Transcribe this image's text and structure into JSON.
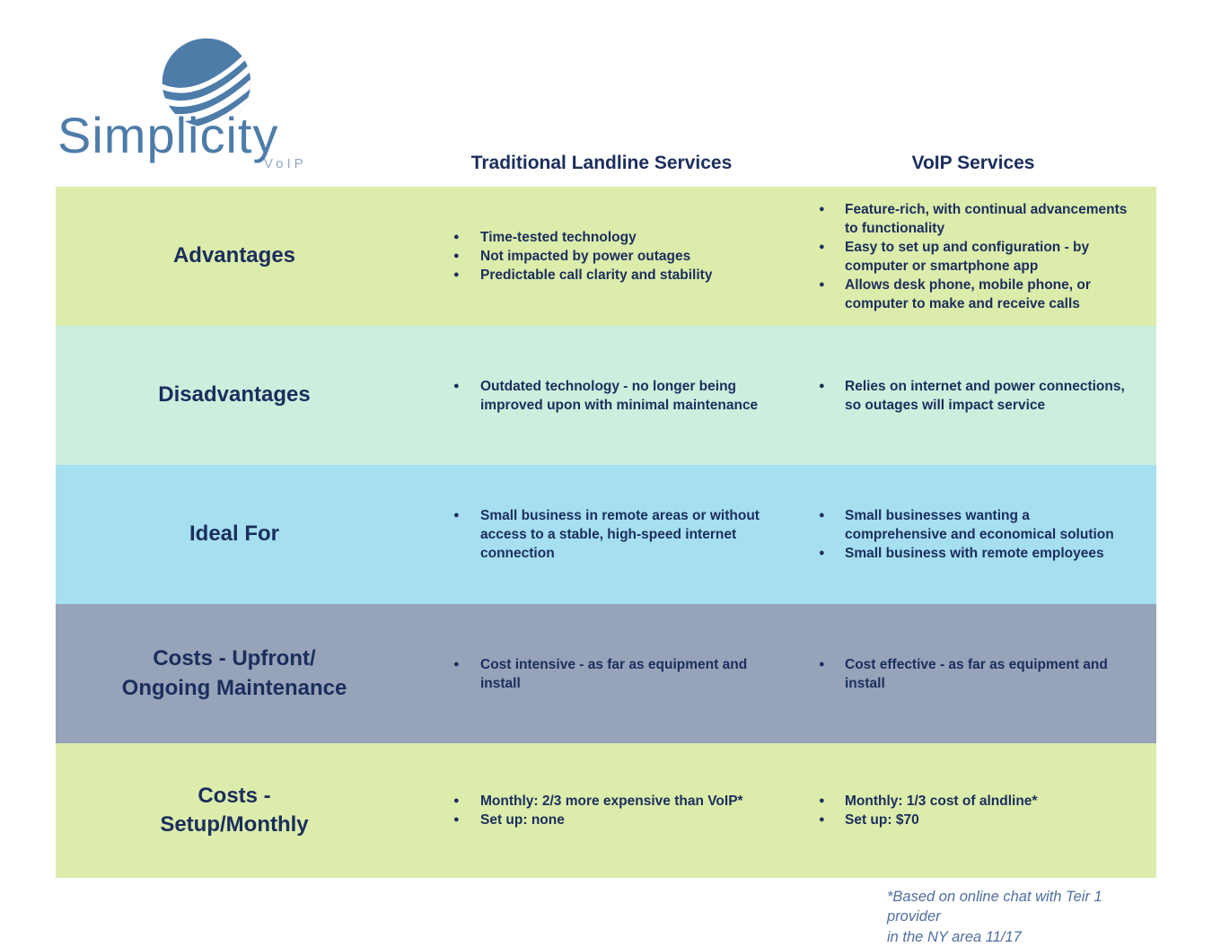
{
  "logo": {
    "brand": "Simplicity",
    "sub": "VoIP",
    "globe_color": "#4d7ca9"
  },
  "header": {
    "col_traditional": "Traditional Landline Services",
    "col_voip": "VoIP Services"
  },
  "colors": {
    "navy_text": "#1b2e5c",
    "row_green": "#dcecab",
    "row_mint": "#cceedd",
    "row_blue": "#a5dff0",
    "row_slate": "#96a3b9",
    "footnote_blue": "#4e6f9e"
  },
  "rows": [
    {
      "label": "Advantages",
      "bg": "#dcecab",
      "traditional": [
        "Time-tested technology",
        "Not impacted by power outages",
        "Predictable call clarity and stability"
      ],
      "voip": [
        "Feature-rich, with continual advancements to functionality",
        "Easy to set up and configuration - by computer or smartphone app",
        "Allows desk phone, mobile phone, or computer to make and receive calls"
      ]
    },
    {
      "label": "Disadvantages",
      "bg": "#cceedd",
      "traditional": [
        "Outdated technology - no longer being improved upon with  minimal maintenance"
      ],
      "voip": [
        "Relies on internet and power connections, so outages will impact service"
      ]
    },
    {
      "label": "Ideal For",
      "bg": "#a5dff0",
      "traditional": [
        "Small business in remote areas or without access to a stable, high-speed internet connection"
      ],
      "voip": [
        "Small businesses wanting a comprehensive and economical solution",
        "Small business with remote employees"
      ]
    },
    {
      "label": "Costs - Upfront/\nOngoing Maintenance",
      "bg": "#96a3b9",
      "traditional": [
        "Cost intensive - as far as equipment and install"
      ],
      "voip": [
        "Cost effective - as far as equipment and install"
      ]
    },
    {
      "label": "Costs -\nSetup/Monthly",
      "bg": "#dcecab",
      "traditional": [
        "Monthly: 2/3 more expensive than VoIP*",
        "Set up: none"
      ],
      "voip": [
        "Monthly: 1/3 cost of alndline*",
        "Set up: $70"
      ]
    }
  ],
  "footnote": "*Based on online chat with Teir 1 provider\nin the NY area 11/17"
}
